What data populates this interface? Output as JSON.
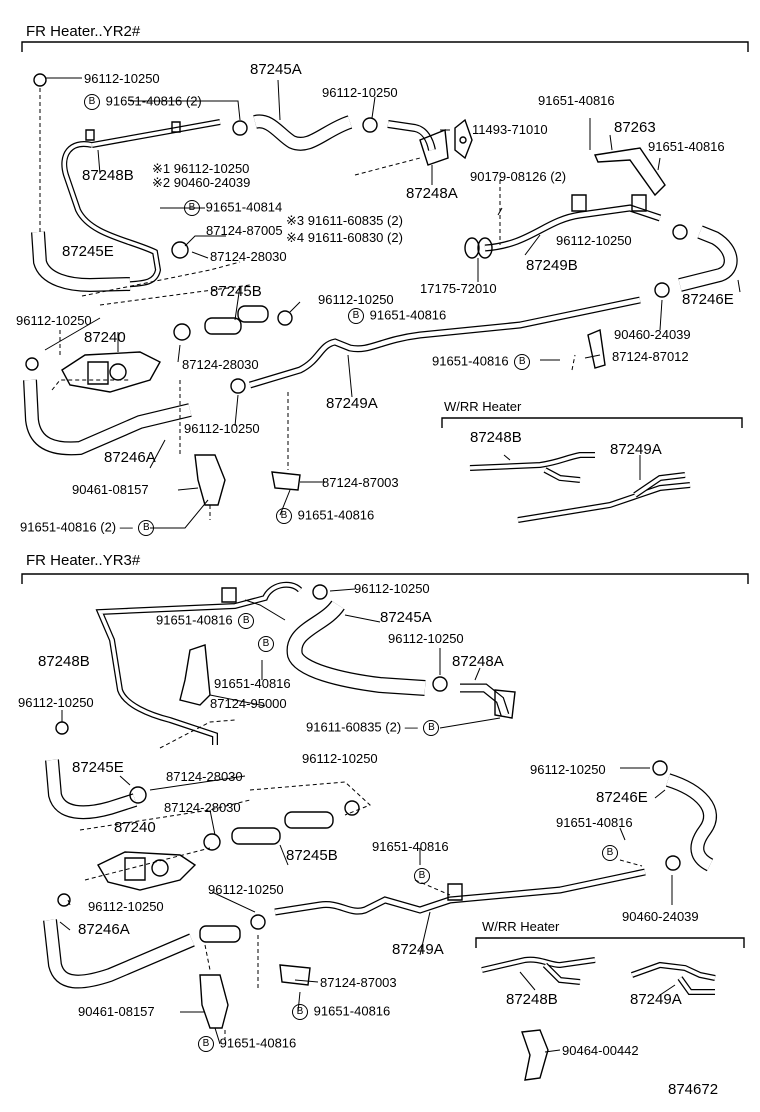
{
  "sections": {
    "yr2_title": "FR Heater..YR2#",
    "yr3_title": "FR Heater..YR3#",
    "rr_heater": "W/RR Heater"
  },
  "symbols": {
    "bolt": "B"
  },
  "yr2": {
    "p1": "96112-10250",
    "p2": "91651-40816 (2)",
    "p3": "87245A",
    "p4": "96112-10250",
    "p5": "87248B",
    "p6": "※1 96112-10250",
    "p7": "※2 90460-24039",
    "p8": "11493-71010",
    "p9": "91651-40816",
    "p10": "87263",
    "p11": "91651-40816",
    "p12": "87248A",
    "p13": "90179-08126 (2)",
    "p14": "91651-40814",
    "p15": "※3 91611-60835 (2)",
    "p16": "※4 91611-60830 (2)",
    "p17": "87124-87005",
    "p18": "87245E",
    "p19": "87124-28030",
    "p20": "96112-10250",
    "p21": "87249B",
    "p22": "17175-72010",
    "p23": "87245B",
    "p24": "96112-10250",
    "p25": "87246E",
    "p26": "96112-10250",
    "p27": "91651-40816",
    "p28": "90460-24039",
    "p29": "87240",
    "p30": "87124-28030",
    "p31": "91651-40816",
    "p32": "87124-87012",
    "p33": "87249A",
    "p34": "96112-10250",
    "p35": "87246A",
    "p36": "90461-08157",
    "p37": "87124-87003",
    "p38": "91651-40816 (2)",
    "p39": "91651-40816",
    "rr1": "87248B",
    "rr2": "87249A"
  },
  "yr3": {
    "q1": "96112-10250",
    "q2": "91651-40816",
    "q3": "87245A",
    "q4": "87248B",
    "q5": "96112-10250",
    "q6": "87248A",
    "q7": "91651-40816",
    "q8": "96112-10250",
    "q9": "87124-95000",
    "q10": "91611-60835 (2)",
    "q11": "96112-10250",
    "q12": "87245E",
    "q13": "87124-28030",
    "q14": "96112-10250",
    "q15": "87246E",
    "q16": "87124-28030",
    "q17": "91651-40816",
    "q18": "87240",
    "q19": "87245B",
    "q20": "91651-40816",
    "q21": "96112-10250",
    "q22": "96112-10250",
    "q23": "90460-24039",
    "q24": "87246A",
    "q25": "87249A",
    "q26": "87124-87003",
    "q27": "90461-08157",
    "q28": "91651-40816",
    "q29": "91651-40816",
    "q30": "90464-00442",
    "rr1": "87248B",
    "rr2": "87249A"
  },
  "footer": {
    "code": "874672"
  }
}
